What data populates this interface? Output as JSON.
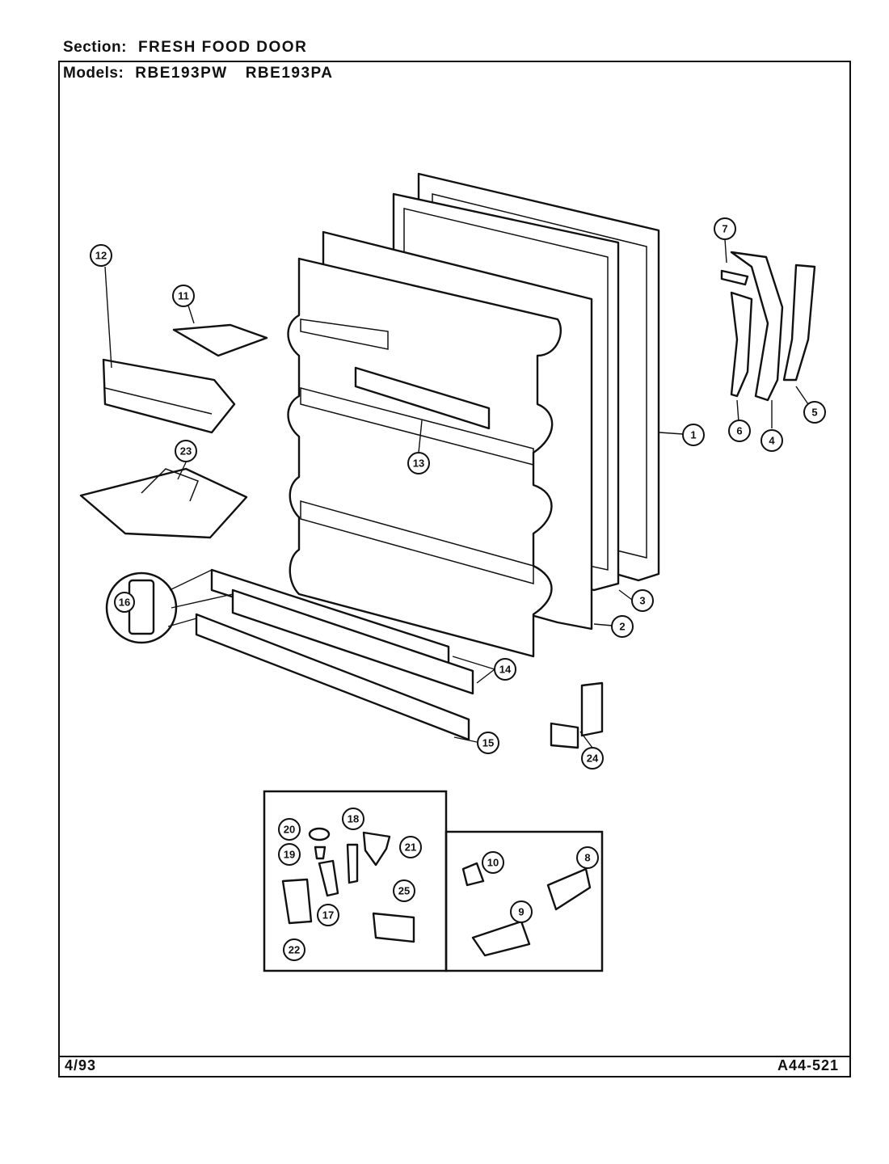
{
  "header": {
    "section_label": "Section:",
    "section_value": "FRESH FOOD DOOR",
    "models_label": "Models:",
    "models": [
      "RBE193PW",
      "RBE193PA"
    ]
  },
  "footer": {
    "date": "4/93",
    "code": "A44-521"
  },
  "callouts": [
    "1",
    "2",
    "3",
    "4",
    "5",
    "6",
    "7",
    "8",
    "9",
    "10",
    "11",
    "12",
    "13",
    "14",
    "15",
    "16",
    "17",
    "18",
    "19",
    "20",
    "21",
    "22",
    "23",
    "24",
    "25"
  ]
}
